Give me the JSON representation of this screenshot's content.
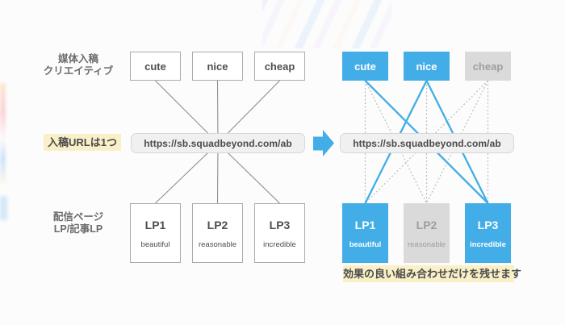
{
  "left_diagram": {
    "creatives_label_line1": "媒体入稿",
    "creatives_label_line2": "クリエイティブ",
    "creatives": [
      "cute",
      "nice",
      "cheap"
    ],
    "url_label": "入稿URLは1つ",
    "url": "https://sb.squadbeyond.com/ab",
    "pages_label_line1": "配信ページ",
    "pages_label_line2": "LP/記事LP",
    "lps": [
      {
        "name": "LP1",
        "tagline": "beautiful"
      },
      {
        "name": "LP2",
        "tagline": "reasonable"
      },
      {
        "name": "LP3",
        "tagline": "incredible"
      }
    ]
  },
  "right_diagram": {
    "creatives": [
      {
        "label": "cute",
        "state": "kept"
      },
      {
        "label": "nice",
        "state": "kept"
      },
      {
        "label": "cheap",
        "state": "dropped"
      }
    ],
    "url": "https://sb.squadbeyond.com/ab",
    "lps": [
      {
        "name": "LP1",
        "tagline": "beautiful",
        "state": "kept"
      },
      {
        "name": "LP2",
        "tagline": "reasonable",
        "state": "dropped"
      },
      {
        "name": "LP3",
        "tagline": "incredible",
        "state": "kept"
      }
    ],
    "connections_kept": [
      [
        0,
        2
      ],
      [
        1,
        0
      ],
      [
        1,
        2
      ]
    ],
    "connections_dropped": [
      [
        0,
        0
      ],
      [
        0,
        1
      ],
      [
        1,
        1
      ],
      [
        2,
        0
      ],
      [
        2,
        1
      ],
      [
        2,
        2
      ]
    ],
    "caption": "効果の良い組み合わせだけを残せます"
  },
  "arrow_icon": "right-arrow",
  "colors": {
    "accent_blue": "#42ADE6",
    "inactive_gray": "#DADADA",
    "highlight_yellow": "#FAF0C8",
    "box_border": "#ABABAB",
    "solid_line_gray": "#8F8F8F",
    "dotted_line_gray": "#BDBDBD",
    "text_dark": "#4F4F4F",
    "text_muted": "#9E9E9E"
  }
}
